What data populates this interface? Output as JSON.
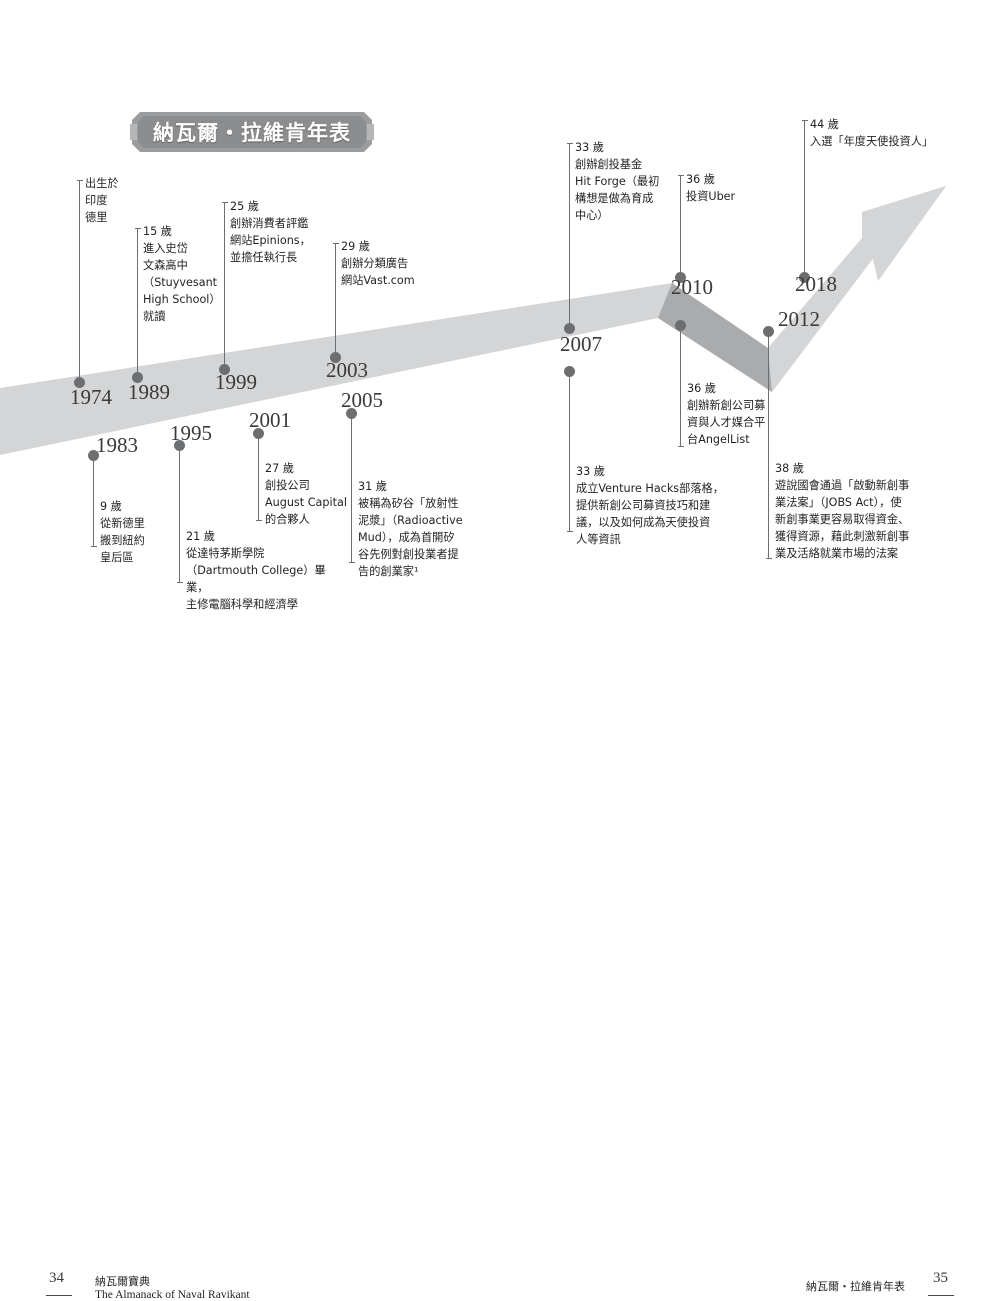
{
  "page": {
    "banner_title": "納瓦爾・拉維肯年表"
  },
  "timeline": {
    "events": [
      {
        "year": "1974",
        "age": "",
        "text": "出生於\n印度\n德里",
        "position": "above"
      },
      {
        "year": "1983",
        "age": "9 歲",
        "text": "從新德里\n搬到紐約\n皇后區",
        "position": "below"
      },
      {
        "year": "1989",
        "age": "15 歲",
        "text": "進入史岱\n文森高中\n（Stuyvesant\nHigh School）\n就讀",
        "position": "above"
      },
      {
        "year": "1995",
        "age": "21 歲",
        "text": "從達特茅斯學院\n（Dartmouth College）畢業，\n主修電腦科學和經濟學",
        "position": "below"
      },
      {
        "year": "1999",
        "age": "25 歲",
        "text": "創辦消費者評鑑\n網站Epinions，\n並擔任執行長",
        "position": "above"
      },
      {
        "year": "2001",
        "age": "27 歲",
        "text": "創投公司\nAugust Capital\n的合夥人",
        "position": "below"
      },
      {
        "year": "2003",
        "age": "29 歲",
        "text": "創辦分類廣告\n網站Vast.com",
        "position": "above"
      },
      {
        "year": "2005",
        "age": "31 歲",
        "text": "被稱為矽谷「放射性\n泥漿」（Radioactive\nMud），成為首開矽\n谷先例對創投業者提\n告的創業家¹",
        "position": "below"
      },
      {
        "year": "2007",
        "age": "33 歲",
        "text": "創辦創投基金\nHit Forge（最初\n構想是做為育成\n中心）",
        "position": "above"
      },
      {
        "year": "2007",
        "age": "33 歲",
        "text": "成立Venture Hacks部落格，\n提供新創公司募資技巧和建\n議，以及如何成為天使投資\n人等資訊",
        "position": "below"
      },
      {
        "year": "2010",
        "age": "36 歲",
        "text": "投資Uber",
        "position": "above"
      },
      {
        "year": "2010",
        "age": "36 歲",
        "text": "創辦新創公司募\n資與人才媒合平\n台AngelList",
        "position": "below"
      },
      {
        "year": "2012",
        "age": "38 歲",
        "text": "遊說國會通過「啟動新創事\n業法案」（JOBS Act），使\n新創事業更容易取得資金、\n獲得資源，藉此刺激新創事\n業及活絡就業市場的法案",
        "position": "below"
      },
      {
        "year": "2018",
        "age": "44 歲",
        "text": "入選「年度天使投資人」",
        "position": "above"
      }
    ]
  },
  "footer": {
    "left_page": "34",
    "left_title": "納瓦爾寶典",
    "left_subtitle": "The Almanack of Naval Ravikant",
    "right_title": "納瓦爾・拉維肯年表",
    "right_page": "35"
  },
  "colors": {
    "ribbon": "#d4d5d6",
    "ribbon_fold": "#a9abad",
    "marker": "#6d6e70",
    "banner": "#8b8d8f",
    "text": "#231f20"
  }
}
